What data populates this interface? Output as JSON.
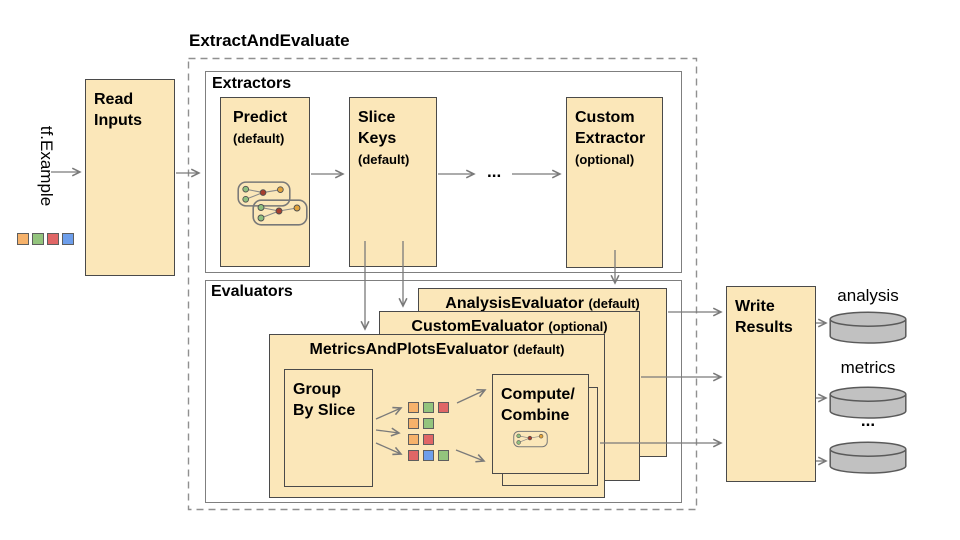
{
  "title": "ExtractAndEvaluate",
  "input": {
    "label": "tf.Example"
  },
  "palette": {
    "orange": "#F6B26B",
    "green": "#93C47D",
    "red": "#E06666",
    "blue": "#6D9EEB"
  },
  "legend_squares": [
    "orange",
    "green",
    "red",
    "blue"
  ],
  "pipeline": {
    "read_inputs": "Read\nInputs",
    "write_results": "Write\nResults"
  },
  "extractors": {
    "section_label": "Extractors",
    "boxes": [
      {
        "label": "Predict",
        "sublabel": "(default)"
      },
      {
        "label": "Slice\nKeys",
        "sublabel": "(default)"
      },
      {
        "label": "Custom\nExtractor",
        "sublabel": "(optional)"
      }
    ],
    "ellipsis": "..."
  },
  "evaluators": {
    "section_label": "Evaluators",
    "stack": [
      {
        "label": "AnalysisEvaluator",
        "sublabel": "(default)"
      },
      {
        "label": "CustomEvaluator",
        "sublabel": "(optional)"
      },
      {
        "label": "MetricsAndPlotsEvaluator",
        "sublabel": "(default)"
      }
    ],
    "group_by_slice": "Group\nBy Slice",
    "compute_combine": "Compute/\nCombine",
    "square_rows": [
      [
        "orange",
        "green",
        "red"
      ],
      [
        "orange",
        "green"
      ],
      [
        "orange",
        "red"
      ],
      [
        "red",
        "blue",
        "green"
      ]
    ]
  },
  "outputs": {
    "stores": [
      {
        "label": "analysis"
      },
      {
        "label": "metrics"
      },
      {
        "label": "..."
      }
    ]
  },
  "icons": {
    "predict": "model-graph-icon",
    "compute_combine": "model-graph-icon",
    "store": "database-cylinder-icon",
    "input_legend": "colored-squares-legend"
  },
  "colors": {
    "box_fill": "#FBE7B9",
    "box_border": "#4A4A4A",
    "container_border": "#7F7F7F",
    "dashed_border": "#909090",
    "arrow": "#7A7A7A",
    "cylinder_fill": "#C1C1C1",
    "cylinder_border": "#5A5A5A",
    "dot_green": "#8FBF7F",
    "dot_red": "#A63E2E",
    "dot_yellow": "#E2A33B"
  }
}
